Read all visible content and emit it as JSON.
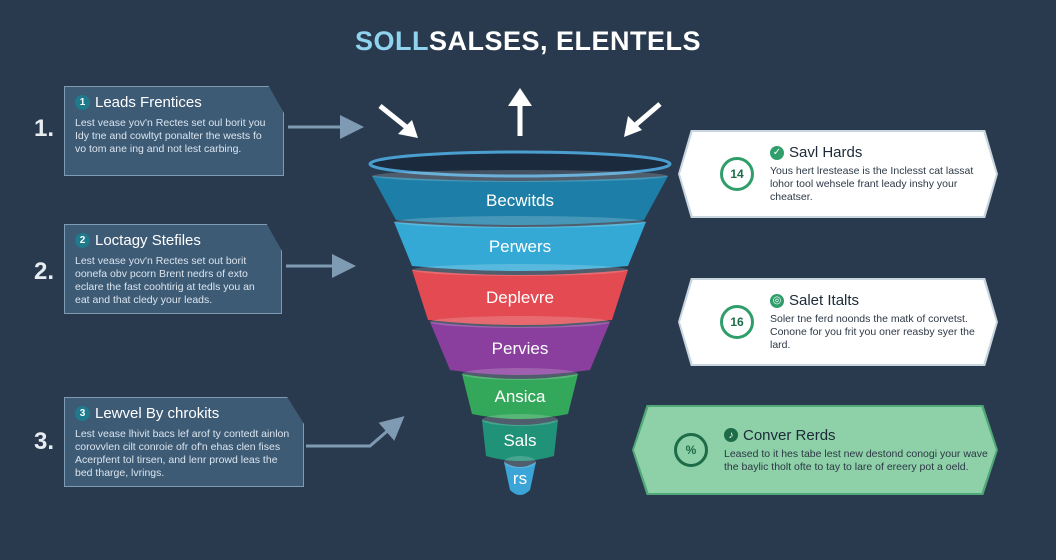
{
  "title": {
    "accent": "SOLL",
    "rest": "SALSES, ELENTELS"
  },
  "left_items": [
    {
      "number": "1.",
      "badge": "1",
      "heading": "Leads Frentices",
      "body": "Lest vease yov'n Rectes set oul borit you Idy tne and cowltyt ponalter the wests fo vo tom ane ing and not lest carbing."
    },
    {
      "number": "2.",
      "badge": "2",
      "heading": "Loctagy Stefiles",
      "body": "Lest vease yov'n Rectes set out borit oonefa obv pcorn Brent nedrs of exto eclare the fast coohtirig at tedls you an eat and that cledy your leads."
    },
    {
      "number": "3.",
      "badge": "3",
      "heading": "Lewvel By chrokits",
      "body": "Lest vease lhivit bacs lef arof ty contedt ainlon corovvlen cilt conroie ofr of'n ehas clen fises Acerpfent tol tirsen, and lenr prowd leas the bed tharge, lvrings."
    }
  ],
  "funnel": {
    "stages": [
      {
        "label": "Becwitds",
        "color": "#1d7fa8"
      },
      {
        "label": "Perwers",
        "color": "#34a9d6"
      },
      {
        "label": "Deplevre",
        "color": "#e34a52"
      },
      {
        "label": "Pervies",
        "color": "#8a3f9e"
      },
      {
        "label": "Ansica",
        "color": "#34a85a"
      },
      {
        "label": "Sals",
        "color": "#1f9277"
      },
      {
        "label": "rs",
        "color": "#3aa5d6"
      }
    ]
  },
  "right_items": [
    {
      "circle": "14",
      "heading": "Savl Hards",
      "body": "Yous hert lrestease is the Inclesst cat lassat lohor tool wehsele frant leady inshy your cheatser."
    },
    {
      "circle": "16",
      "heading": "Salet Italts",
      "body": "Soler tne ferd noonds the matk of corvetst. Conone for you frit you oner reasby syer the lard."
    },
    {
      "circle": "%",
      "heading": "Conver Rerds",
      "body": "Leased to it hes tabe lest new destond conogi your wave the baylic tholt ofte to tay to lare of ereery pot a oeld."
    }
  ]
}
